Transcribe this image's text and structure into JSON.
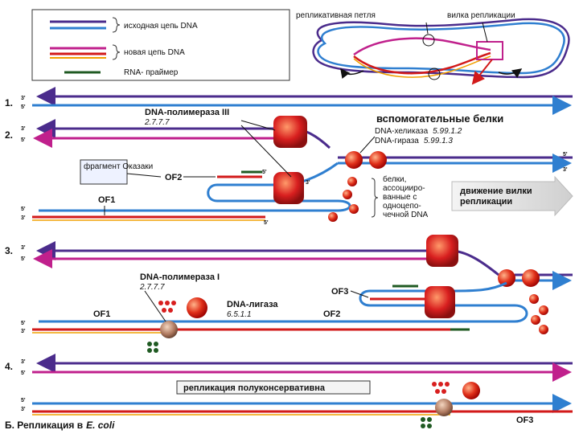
{
  "colors": {
    "parent_purple": "#4b2c8c",
    "parent_blue": "#2f7fd0",
    "new_red": "#d21a1a",
    "new_magenta": "#c0208c",
    "new_orange": "#f0a000",
    "primer_green": "#1f5a22",
    "protein_red": "#d81f1f"
  },
  "legend": {
    "parent": "исходная цепь DNA",
    "new": "новая цепь DNA",
    "primer": "RNA- праймер"
  },
  "top": {
    "loop": "репликативная петля",
    "fork": "вилка репликации"
  },
  "steps": {
    "s1": "1.",
    "s2": "2.",
    "s3": "3.",
    "s4": "4.",
    "s5": "Б. Репликация в",
    "s5_species": "E. coli"
  },
  "ends": {
    "three": "3'",
    "five": "5'"
  },
  "step2": {
    "polymerase_name": "DNA-полимераза III",
    "polymerase_ec": "2.7.7.7",
    "aux_title": "вспомогательные белки",
    "helicase": "DNA-хеликаза",
    "helicase_ec": "5.99.1.2",
    "gyrase": "DNA-гираза",
    "gyrase_ec": "5.99.1.3",
    "okazaki": "фрагмент Оказаки",
    "of2": "OF2",
    "of1": "OF1",
    "ssb_1": "белки,",
    "ssb_2": "ассоцииро-",
    "ssb_3": "ванные с",
    "ssb_4": "одноцепо-",
    "ssb_5": "чечной DNA",
    "fork_move_1": "движение вилки",
    "fork_move_2": "репликации"
  },
  "step3": {
    "pol1_name": "DNA-полимераза I",
    "pol1_ec": "2.7.7.7",
    "ligase_name": "DNA-лигаза",
    "ligase_ec": "6.5.1.1",
    "of3": "OF3",
    "of1": "OF1",
    "of2": "OF2"
  },
  "step5": {
    "semicons": "репликация полуконсервативна",
    "of3": "OF3"
  }
}
